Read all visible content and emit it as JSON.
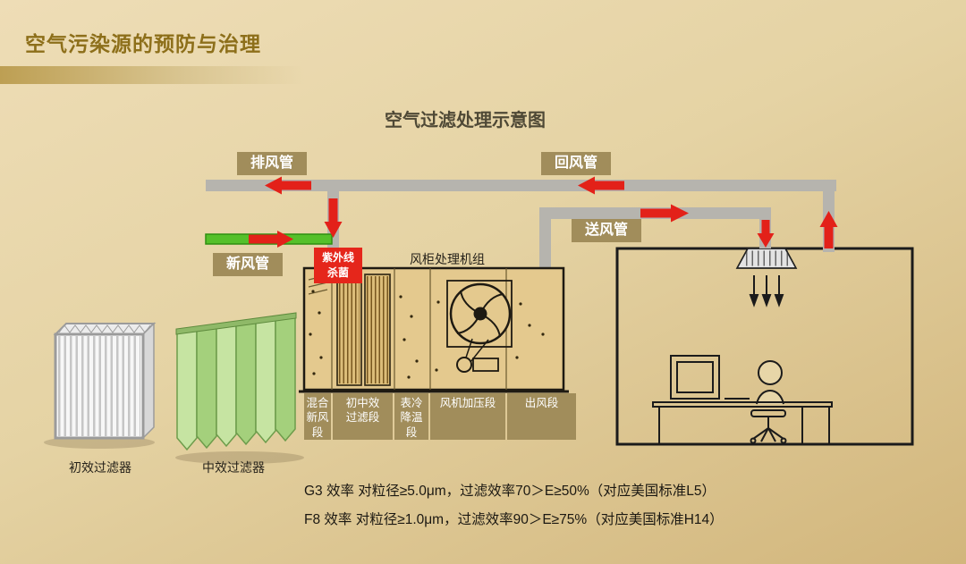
{
  "header": {
    "title": "空气污染源的预防与治理"
  },
  "diagram": {
    "title": "空气过滤处理示意图",
    "duct_labels": {
      "exhaust": "排风管",
      "return": "回风管",
      "fresh": "新风管",
      "supply": "送风管"
    },
    "uv_label": "紫外线\n杀菌",
    "ahu_caption": "风柜处理机组",
    "ahu_sections": [
      {
        "label": "混合\n新风\n段"
      },
      {
        "label": "初中效\n过滤段"
      },
      {
        "label": "表冷\n降温\n段"
      },
      {
        "label": "风机加压段"
      },
      {
        "label": "出风段"
      }
    ],
    "filters": [
      {
        "caption": "初效过滤器"
      },
      {
        "caption": "中效过滤器"
      }
    ],
    "notes": [
      "G3 效率 对粒径≥5.0μm，过滤效率70＞E≥50%（对应美国标准L5）",
      "F8 效率 对粒径≥1.0μm，过滤效率90＞E≥75%（对应美国标准H14）"
    ]
  },
  "colors": {
    "background_top": "#eeddb6",
    "background_bottom": "#d2b67c",
    "header_gold": "#8d6f1a",
    "label_brown": "#a18d5b",
    "arrow_red": "#e32119",
    "duct_gray": "#b6b4ae",
    "fresh_green": "#55c02a",
    "uv_red": "#e5261b"
  }
}
